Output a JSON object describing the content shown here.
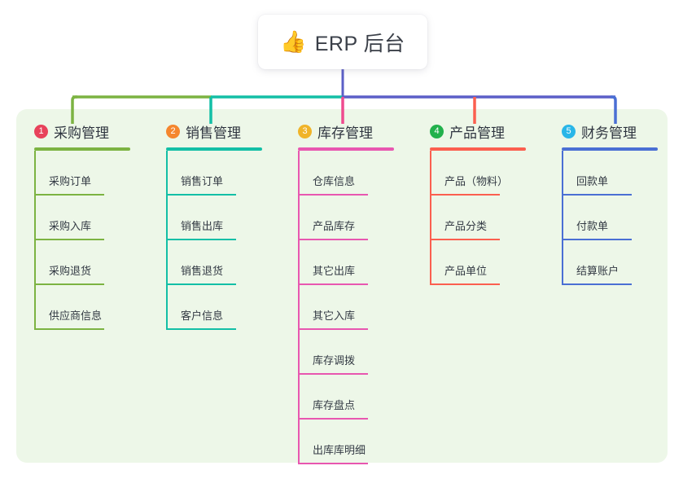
{
  "title": {
    "emoji": "👍",
    "emoji_name": "thumbs-up-icon",
    "text": "ERP 后台"
  },
  "theme": {
    "panel_bg": "#edf7e8",
    "card_bg": "#ffffff",
    "text": "#333a44",
    "trunk": "#5b5fc7"
  },
  "bus": {
    "segments": [
      {
        "name": "bus-segment-green",
        "color": "#7cb342"
      },
      {
        "name": "bus-segment-teal",
        "color": "#13bfa6"
      },
      {
        "name": "bus-segment-blue",
        "color": "#5b5fc7"
      }
    ]
  },
  "columns": [
    {
      "number": "1",
      "title": "采购管理",
      "badge_color": "#e8425b",
      "line_color": "#7cb342",
      "drop_color": "#7cb342",
      "rule_width": 118,
      "items": [
        {
          "label": "采购订单"
        },
        {
          "label": "采购入库"
        },
        {
          "label": "采购退货"
        },
        {
          "label": "供应商信息"
        }
      ]
    },
    {
      "number": "2",
      "title": "销售管理",
      "badge_color": "#f5862e",
      "line_color": "#13bfa6",
      "drop_color": "#13bfa6",
      "rule_width": 118,
      "items": [
        {
          "label": "销售订单"
        },
        {
          "label": "销售出库"
        },
        {
          "label": "销售退货"
        },
        {
          "label": "客户信息"
        }
      ]
    },
    {
      "number": "3",
      "title": "库存管理",
      "badge_color": "#f0b429",
      "line_color": "#e857b0",
      "drop_color": "#ef4b8f",
      "rule_width": 118,
      "items": [
        {
          "label": "仓库信息"
        },
        {
          "label": "产品库存"
        },
        {
          "label": "其它出库"
        },
        {
          "label": "其它入库"
        },
        {
          "label": "库存调拨"
        },
        {
          "label": "库存盘点"
        },
        {
          "label": "出库库明细"
        }
      ]
    },
    {
      "number": "4",
      "title": "产品管理",
      "badge_color": "#22b14c",
      "line_color": "#fb5f4f",
      "drop_color": "#fb5f4f",
      "rule_width": 118,
      "items": [
        {
          "label": "产品（物料）"
        },
        {
          "label": "产品分类"
        },
        {
          "label": "产品单位"
        }
      ]
    },
    {
      "number": "5",
      "title": "财务管理",
      "badge_color": "#29b6e8",
      "line_color": "#4a6fd4",
      "drop_color": "#7b9ae0",
      "rule_width": 118,
      "items": [
        {
          "label": "回款单"
        },
        {
          "label": "付款单"
        },
        {
          "label": "结算账户"
        }
      ]
    }
  ]
}
